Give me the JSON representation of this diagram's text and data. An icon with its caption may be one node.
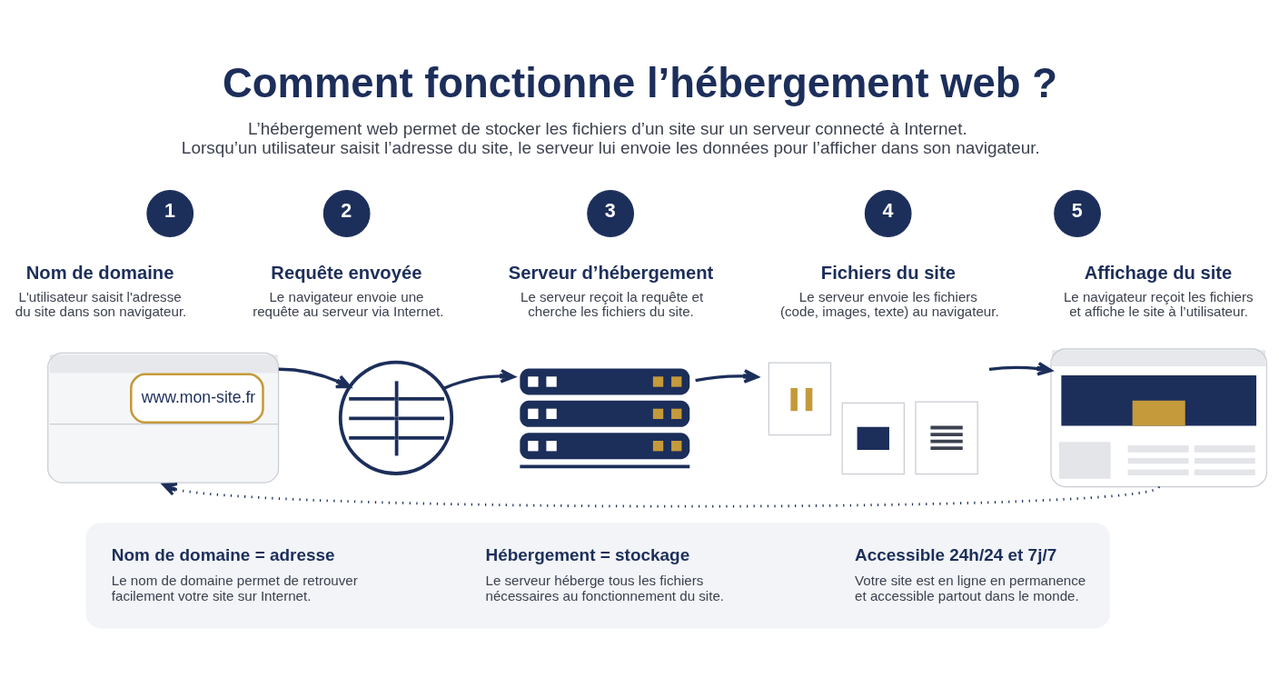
{
  "diagram": {
    "title": "Comment fonctionne l’hébergement web ?",
    "nodes": [
      {
        "text": [
          "1"
        ],
        "beside": [
          "Nom de domaine",
          "L'utilisateur saisit l'adresse du site dans son navigateur."
        ]
      },
      {
        "text": [
          "www.mon-site.fr"
        ]
      },
      {
        "text": [
          "2"
        ],
        "beside": [
          "Requête envoyée",
          "Le navigateur envoie une requête au serveur via Internet."
        ]
      },
      {
        "text": [],
        "shape": "picture"
      },
      {
        "text": [
          "3"
        ],
        "beside": [
          "Serveur d’hébergement",
          "Le serveur reçoit la requête et cherche les fichiers du site."
        ]
      },
      {
        "text": [],
        "shape": "picture"
      },
      {
        "text": [
          "4"
        ],
        "beside": [
          "Fichiers du site",
          "Le serveur envoie les fichiers (code, images, texte) au navigateur."
        ]
      },
      {
        "text": [],
        "shape": "picture"
      },
      {
        "text": [
          "5"
        ],
        "beside": [
          "Affichage du site",
          "Le navigateur reçoit les fichiers et affiche le site à l’utilisateur."
        ]
      },
      {
        "text": [],
        "shape": "picture"
      },
      {
        "text": [],
        "shape": "box"
      },
      {
        "text": [
          "Nom de domaine = adresse",
          "Le nom de domaine permet de retrouver facilement votre site sur Internet."
        ],
        "in": 10
      },
      {
        "text": [
          "Hébergement = stockage",
          "Le serveur héberge tous les fichiers nécessaires au fonctionnement du site."
        ],
        "in": 10
      },
      {
        "text": [
          "Accessible 24h/24 et 7j/7",
          "Votre site est en ligne en permanence et accessible partout dans le monde."
        ],
        "in": 10
      }
    ],
    "edges": [
      {
        "from": 1,
        "to": 3,
        "arrow": "to"
      },
      {
        "from": 3,
        "to": 5,
        "arrow": "to"
      },
      {
        "from": 5,
        "to": 7,
        "arrow": "to"
      },
      {
        "from": 7,
        "to": 9,
        "arrow": "to"
      },
      {
        "from": 9,
        "to": 1,
        "arrow": "to",
        "style": "dashed"
      }
    ],
    "labels": [
      "L’hébergement web permet de stocker les fichiers d’un site sur un serveur connecté à Internet. Lorsqu’un utilisateur saisit l’adresse du site, le serveur lui envoie les données pour l’afficher dans son navigateur."
    ]
  }
}
